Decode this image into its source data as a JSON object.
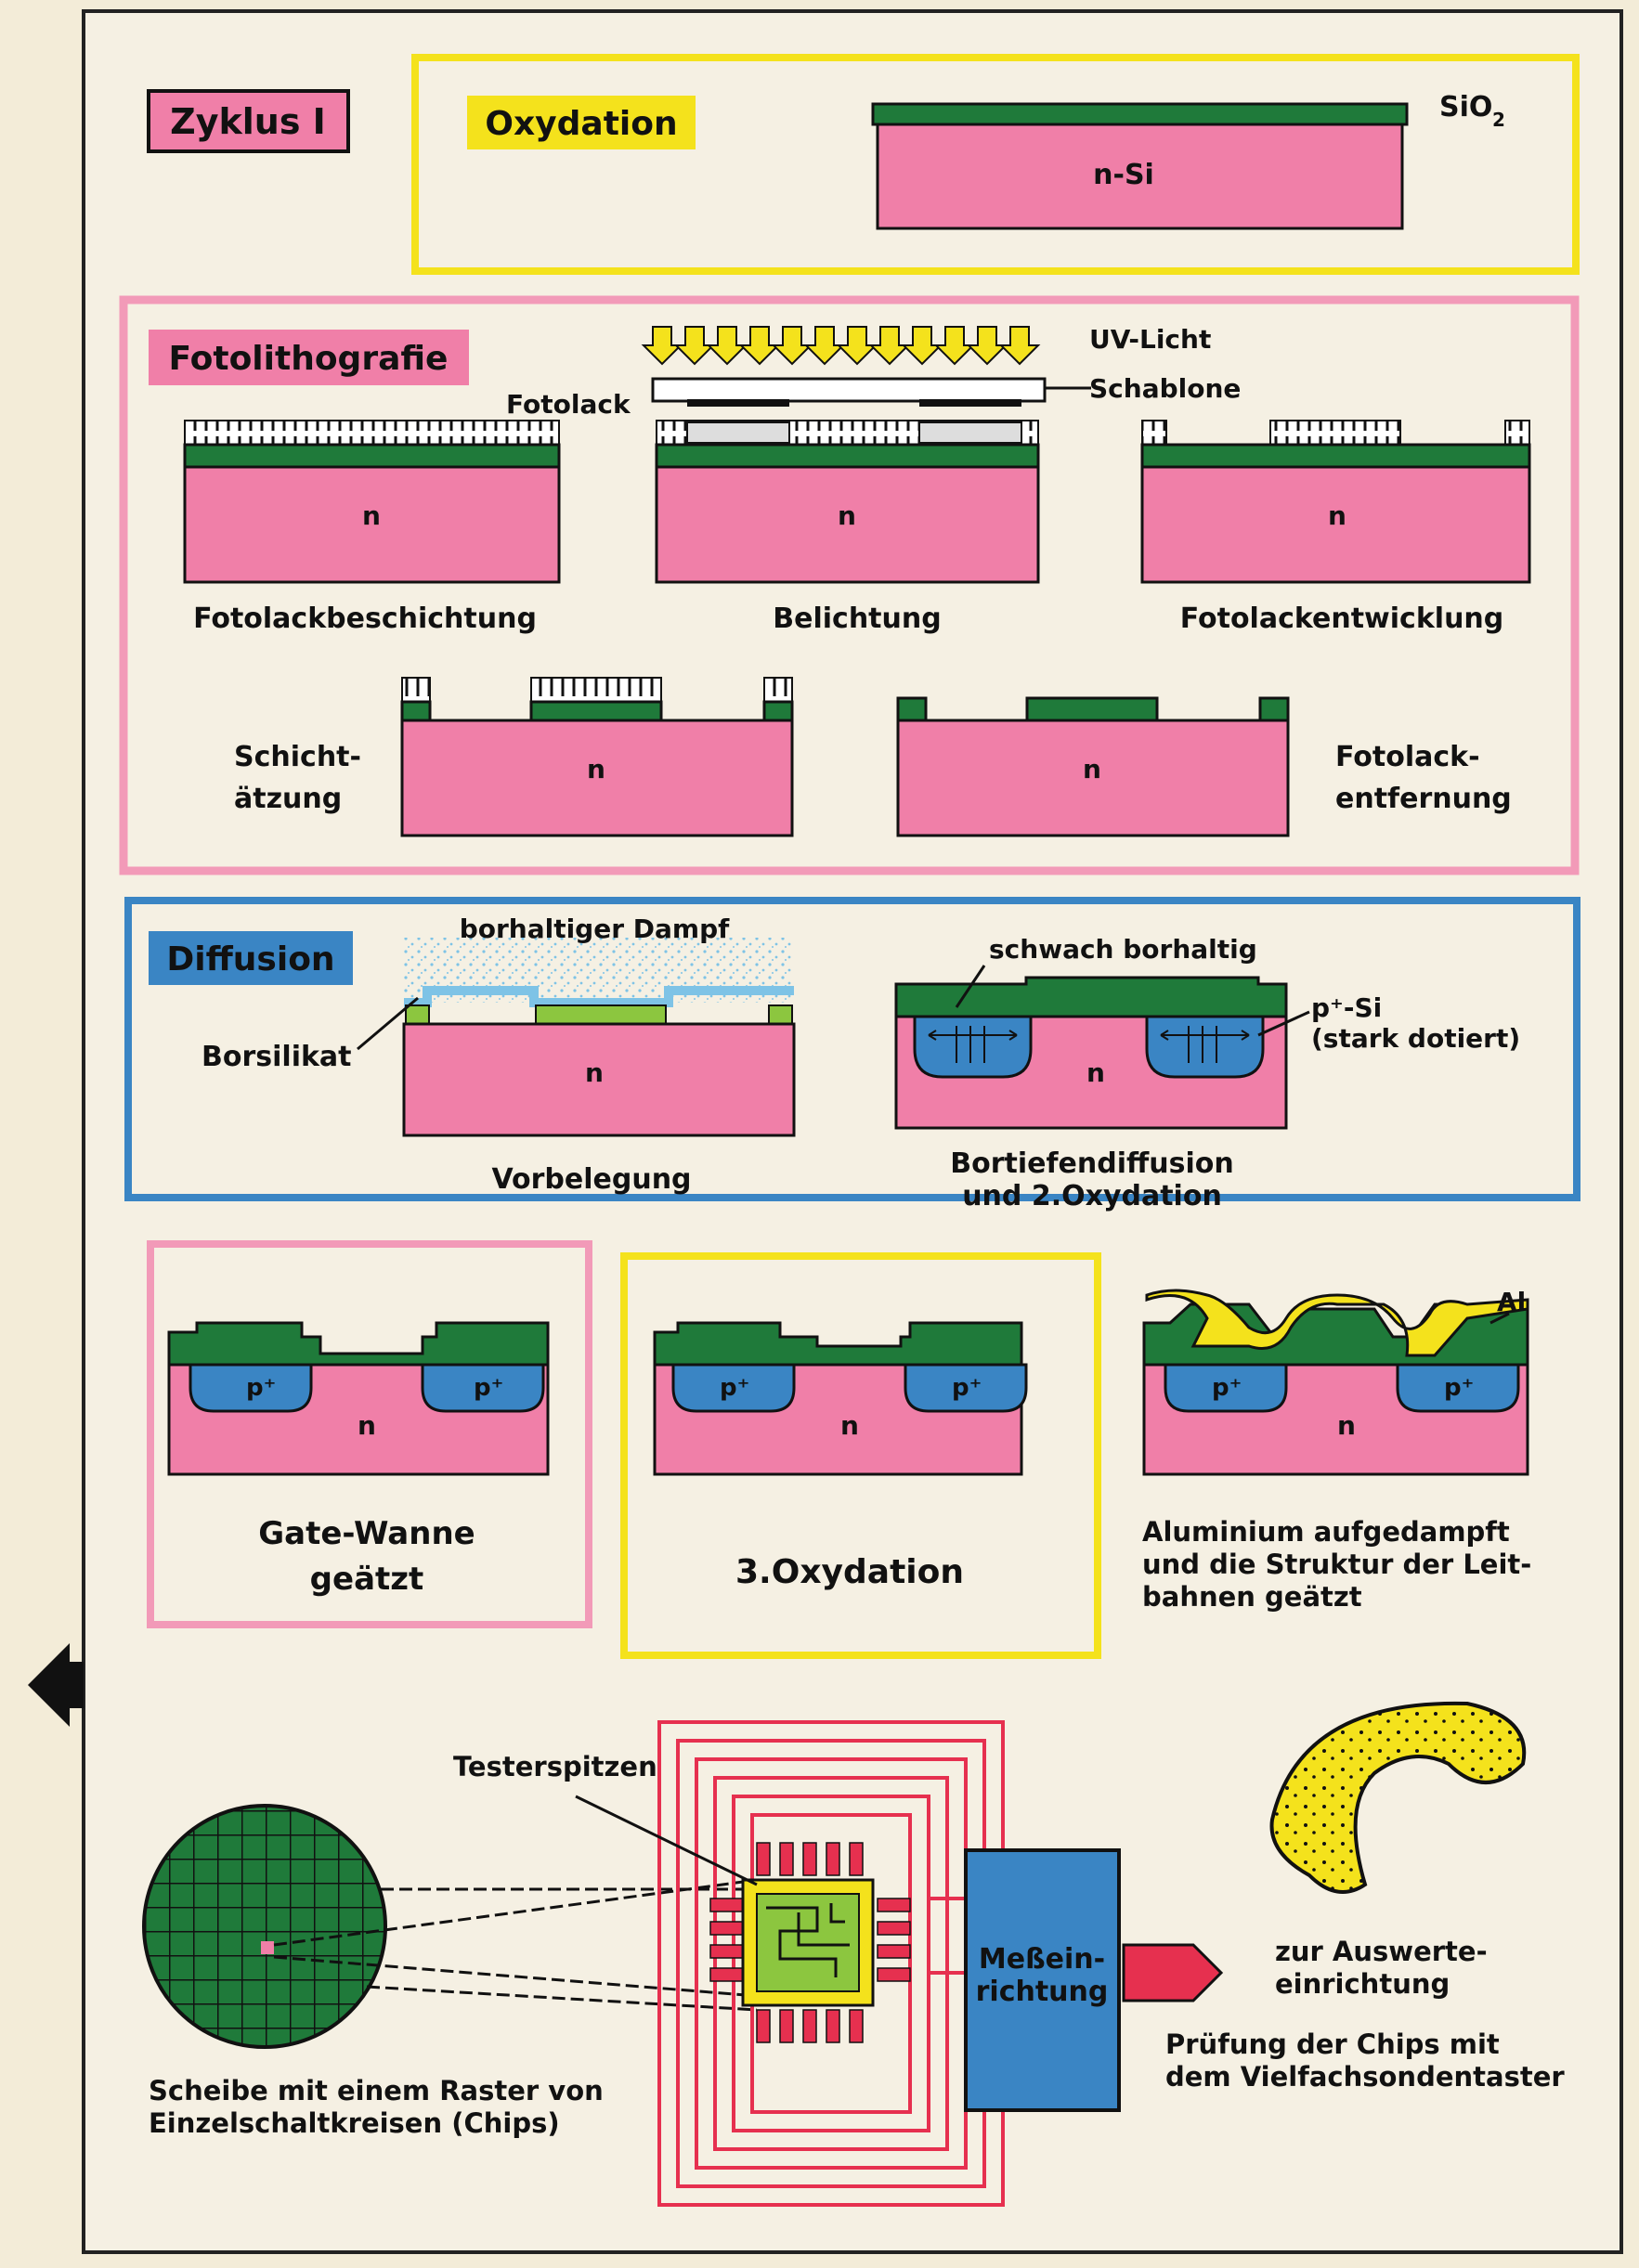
{
  "colors": {
    "page_bg": "#f3ecd8",
    "panel_bg": "#f5f0e3",
    "pink": "#f07fa8",
    "pink_border": "#f29ab8",
    "green": "#1f7a3a",
    "light_green": "#8cc63f",
    "blue": "#3a85c4",
    "yellow": "#f4e21c",
    "red": "#e6304f",
    "frame": "#222222"
  },
  "cycle1": {
    "badge": "Zyklus I",
    "title": "Oxydation",
    "sio2_label": "SiO",
    "sio2_sub": "2",
    "substrate_label": "n-Si"
  },
  "fotolithografie": {
    "title": "Fotolithografie",
    "fotolack_label": "Fotolack",
    "uv_label": "UV-Licht",
    "schablone_label": "Schablone",
    "n_label": "n",
    "captions": {
      "beschichtung": "Fotolackbeschichtung",
      "belichtung": "Belichtung",
      "entwicklung": "Fotolackentwicklung",
      "aetzung_1": "Schicht-",
      "aetzung_2": "ätzung",
      "entfernung_1": "Fotolack-",
      "entfernung_2": "entfernung"
    }
  },
  "diffusion": {
    "title": "Diffusion",
    "dampf_label": "borhaltiger Dampf",
    "borsilikat_label": "Borsilikat",
    "schwach_label": "schwach borhaltig",
    "psi_label": "p⁺-Si",
    "stark_label": "(stark dotiert)",
    "n_label": "n",
    "vorbelegung": "Vorbelegung",
    "bortiefen_1": "Bortiefendiffusion",
    "bortiefen_2": "und 2.Oxydation"
  },
  "steps": {
    "p_label": "p⁺",
    "n_label": "n",
    "al_label": "Al",
    "gate_1": "Gate-Wanne",
    "gate_2": "geätzt",
    "oxydation3": "3.Oxydation",
    "alu_1": "Aluminium aufgedampft",
    "alu_2": "und die Struktur der Leit-",
    "alu_3": "bahnen geätzt"
  },
  "testing": {
    "testerspitzen": "Testerspitzen",
    "messeinrichtung_1": "Meßein-",
    "messeinrichtung_2": "richtung",
    "auswerte_1": "zur Auswerte-",
    "auswerte_2": "einrichtung",
    "pruefung_1": "Prüfung der Chips mit",
    "pruefung_2": "dem Vielfachsondentaster",
    "scheibe_1": "Scheibe mit einem Raster von",
    "scheibe_2": "Einzelschaltkreisen (Chips)"
  }
}
